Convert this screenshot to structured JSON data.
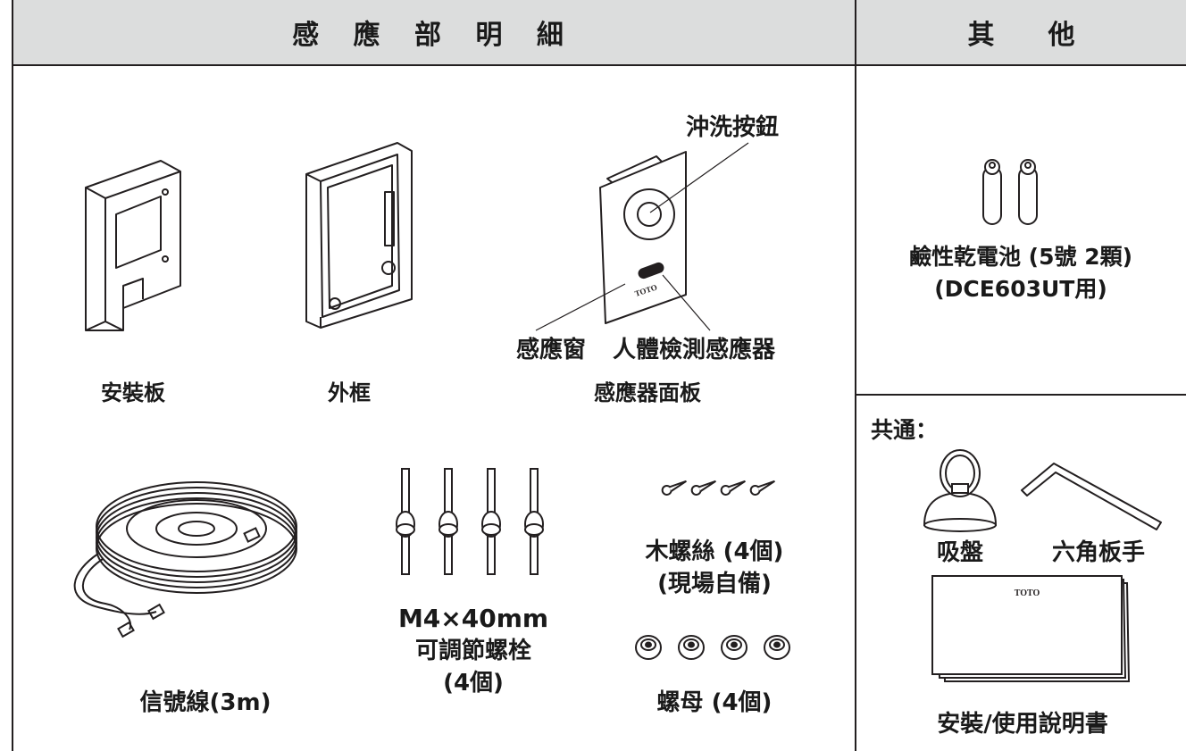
{
  "header": {
    "main_title": "感 應 部 明 細",
    "other_title_a": "其",
    "other_title_b": "他"
  },
  "sensor_parts": {
    "mounting_plate": "安裝板",
    "outer_frame": "外框",
    "sensor_panel": "感應器面板",
    "flush_button": "沖洗按鈕",
    "sensor_window": "感應窗",
    "body_sensor": "人體檢測感應器",
    "panel_brand": "TOTO",
    "signal_cable": "信號線(3m)",
    "bolt_size": "M4×40mm",
    "bolt_name": "可調節螺栓",
    "bolt_qty": "(4個)",
    "wood_screw": "木螺絲 (4個)",
    "wood_screw_note": "(現場自備)",
    "nut": "螺母 (4個)"
  },
  "other_parts": {
    "battery_line1": "鹼性乾電池 (5號 2顆)",
    "battery_line2": "(DCE603UT用)",
    "common_label": "共通：",
    "suction_cup": "吸盤",
    "hex_wrench": "六角板手",
    "manual_brand": "TOTO",
    "manual": "安裝/使用說明書"
  },
  "colors": {
    "line": "#231f20",
    "header_bg": "#dcdddd"
  }
}
